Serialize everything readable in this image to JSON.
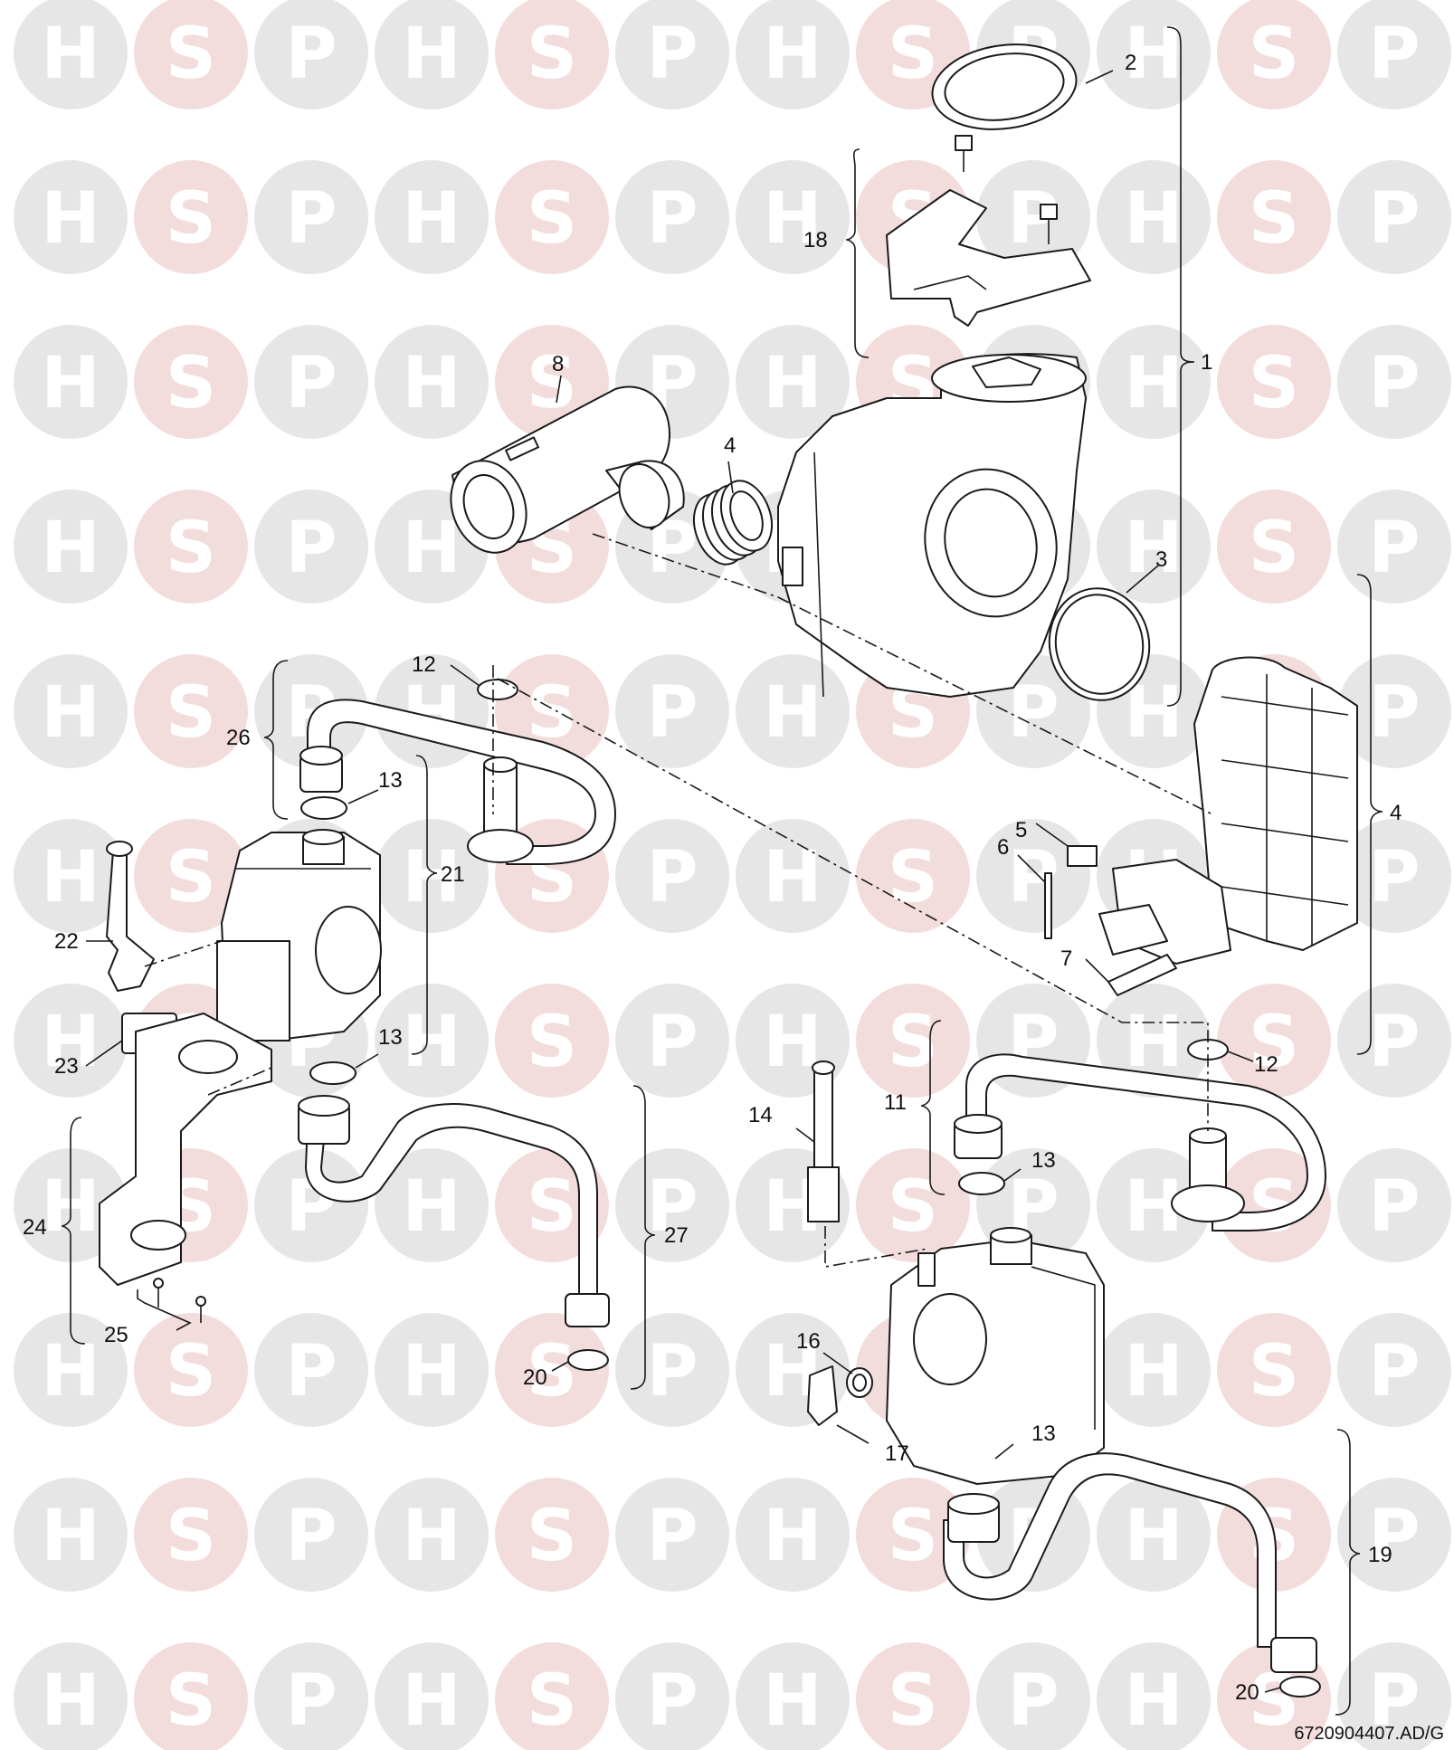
{
  "watermark": {
    "letters": [
      "H",
      "S",
      "P"
    ],
    "colors": {
      "H": "#e6e6e6",
      "S": "#f3dcdc",
      "P": "#e6e6e6"
    }
  },
  "diagram": {
    "reference_code": "6720904407.AD/G",
    "callouts": {
      "c1": "1",
      "c2": "2",
      "c3": "3",
      "c4a": "4",
      "c4b": "4",
      "c5": "5",
      "c6": "6",
      "c7": "7",
      "c8": "8",
      "c11": "11",
      "c12a": "12",
      "c12b": "12",
      "c13a": "13",
      "c13b": "13",
      "c13c": "13",
      "c13d": "13",
      "c14": "14",
      "c16": "16",
      "c17": "17",
      "c18": "18",
      "c19": "19",
      "c20a": "20",
      "c20b": "20",
      "c21": "21",
      "c22": "22",
      "c23": "23",
      "c24": "24",
      "c25": "25",
      "c26": "26",
      "c27": "27"
    }
  }
}
